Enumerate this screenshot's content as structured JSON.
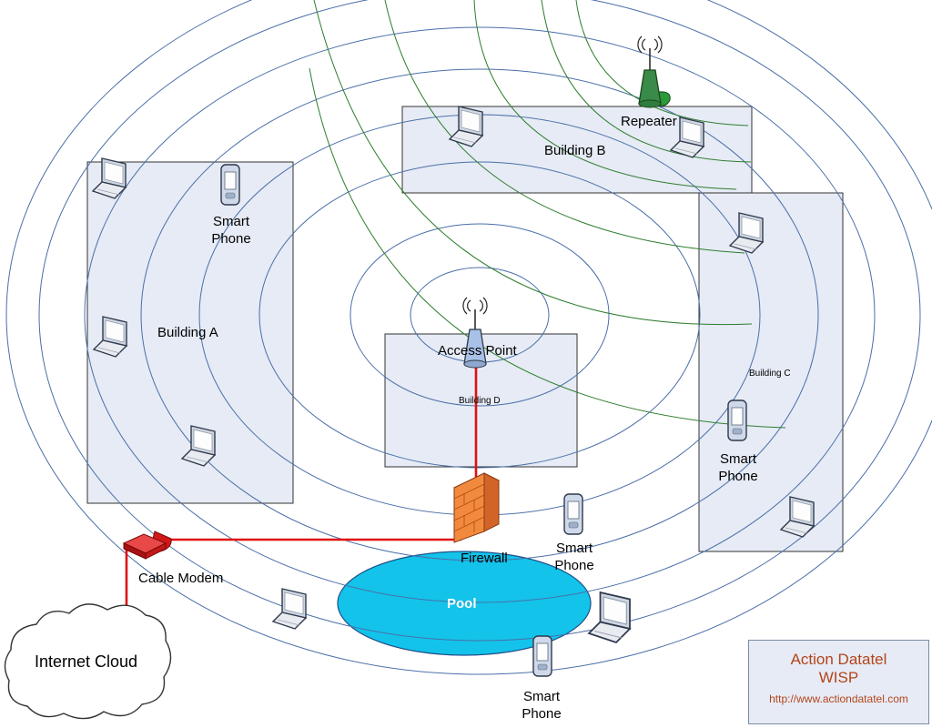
{
  "colors": {
    "ring": "#4a6fa8",
    "repeater_ring": "#2e7d2e",
    "building_fill": "#e6ebf5",
    "cable": "#e01010",
    "pool": "#13c3ea",
    "brand_text": "#b4441a"
  },
  "buildings": {
    "a": "Building A",
    "b": "Building B",
    "c": "Building C",
    "d": "Building D"
  },
  "devices": {
    "access_point": "Access Point",
    "repeater": "Repeater",
    "firewall": "Firewall",
    "cable_modem": "Cable Modem",
    "internet_cloud": "Internet Cloud",
    "pool": "Pool",
    "smart_phone": [
      "Smart",
      "Phone"
    ]
  },
  "brand": {
    "title": "Action Datatel",
    "subtitle": "WISP",
    "url": "http://www.actiondatatel.com"
  }
}
